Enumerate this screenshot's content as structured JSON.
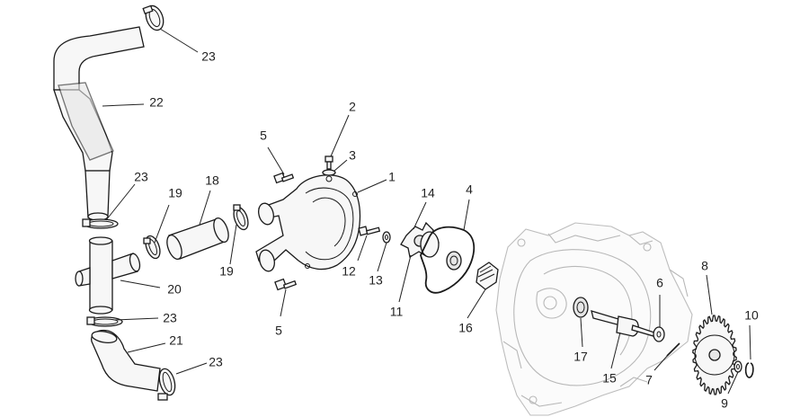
{
  "callouts": {
    "c1": "1",
    "c2": "2",
    "c3": "3",
    "c4": "4",
    "c5a": "5",
    "c5b": "5",
    "c7": "7",
    "c8": "8",
    "c9": "9",
    "c10": "10",
    "c11": "11",
    "c12": "12",
    "c13": "13",
    "c14": "14",
    "c15": "15",
    "c16": "16",
    "c17": "17",
    "c18": "18",
    "c19a": "19",
    "c19b": "19",
    "c20": "20",
    "c21": "21",
    "c22": "22",
    "c23a": "23",
    "c23b": "23",
    "c23c": "23",
    "c23d": "23",
    "c6": "6"
  }
}
